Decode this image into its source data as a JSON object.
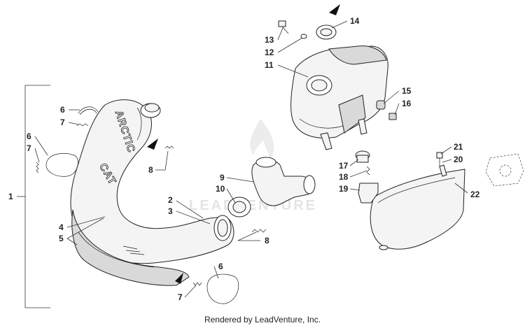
{
  "footer_text": "Rendered by LeadVenture, Inc.",
  "watermark_text": "LEADVENTURE",
  "brand_text_1": "ARCTIC",
  "brand_text_2": "CAT",
  "callouts": {
    "c1": "1",
    "c2": "2",
    "c3": "3",
    "c4": "4",
    "c5": "5",
    "c6a": "6",
    "c6b": "6",
    "c6c": "6",
    "c7a": "7",
    "c7b": "7",
    "c7c": "7",
    "c8a": "8",
    "c8b": "8",
    "c9": "9",
    "c10": "10",
    "c11": "11",
    "c12": "12",
    "c13": "13",
    "c14": "14",
    "c15": "15",
    "c16": "16",
    "c17": "17",
    "c18": "18",
    "c19": "19",
    "c20": "20",
    "c21": "21",
    "c22": "22"
  },
  "colors": {
    "line": "#222222",
    "background": "#ffffff",
    "watermark": "#e4e4e4"
  }
}
